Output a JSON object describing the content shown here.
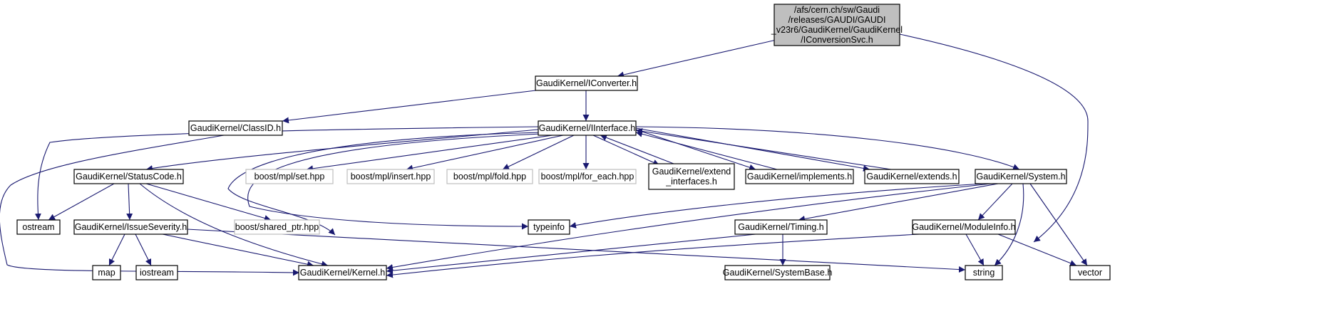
{
  "diagram": {
    "edge_color": "#191970",
    "root_fill": "#bfbfbf",
    "external_border": "#bfbfbf",
    "arrow": "filled-triangle",
    "nodes": [
      {
        "id": "root",
        "lines": [
          "/afs/cern.ch/sw/Gaudi",
          "/releases/GAUDI/GAUDI",
          "_v23r6/GaudiKernel/GaudiKernel",
          "/IConversionSvc.h"
        ],
        "style": "root"
      },
      {
        "id": "iconverter",
        "lines": [
          "GaudiKernel/IConverter.h"
        ],
        "style": "normal"
      },
      {
        "id": "classid",
        "lines": [
          "GaudiKernel/ClassID.h"
        ],
        "style": "normal"
      },
      {
        "id": "iinterface",
        "lines": [
          "GaudiKernel/IInterface.h"
        ],
        "style": "normal"
      },
      {
        "id": "statuscode",
        "lines": [
          "GaudiKernel/StatusCode.h"
        ],
        "style": "normal"
      },
      {
        "id": "mpl_set",
        "lines": [
          "boost/mpl/set.hpp"
        ],
        "style": "external"
      },
      {
        "id": "mpl_insert",
        "lines": [
          "boost/mpl/insert.hpp"
        ],
        "style": "external"
      },
      {
        "id": "mpl_fold",
        "lines": [
          "boost/mpl/fold.hpp"
        ],
        "style": "external"
      },
      {
        "id": "mpl_foreach",
        "lines": [
          "boost/mpl/for_each.hpp"
        ],
        "style": "external"
      },
      {
        "id": "extend_interfaces",
        "lines": [
          "GaudiKernel/extend",
          "_interfaces.h"
        ],
        "style": "normal"
      },
      {
        "id": "implements",
        "lines": [
          "GaudiKernel/implements.h"
        ],
        "style": "normal"
      },
      {
        "id": "extends",
        "lines": [
          "GaudiKernel/extends.h"
        ],
        "style": "normal"
      },
      {
        "id": "system",
        "lines": [
          "GaudiKernel/System.h"
        ],
        "style": "normal"
      },
      {
        "id": "ostream",
        "lines": [
          "ostream"
        ],
        "style": "normal"
      },
      {
        "id": "issueseverity",
        "lines": [
          "GaudiKernel/IssueSeverity.h"
        ],
        "style": "normal"
      },
      {
        "id": "shared_ptr",
        "lines": [
          "boost/shared_ptr.hpp"
        ],
        "style": "external"
      },
      {
        "id": "typeinfo",
        "lines": [
          "typeinfo"
        ],
        "style": "normal"
      },
      {
        "id": "timing",
        "lines": [
          "GaudiKernel/Timing.h"
        ],
        "style": "normal"
      },
      {
        "id": "moduleinfo",
        "lines": [
          "GaudiKernel/ModuleInfo.h"
        ],
        "style": "normal"
      },
      {
        "id": "map",
        "lines": [
          "map"
        ],
        "style": "normal"
      },
      {
        "id": "iostream",
        "lines": [
          "iostream"
        ],
        "style": "normal"
      },
      {
        "id": "kernel",
        "lines": [
          "GaudiKernel/Kernel.h"
        ],
        "style": "normal"
      },
      {
        "id": "systembase",
        "lines": [
          "GaudiKernel/SystemBase.h"
        ],
        "style": "normal"
      },
      {
        "id": "string",
        "lines": [
          "string"
        ],
        "style": "normal"
      },
      {
        "id": "vector",
        "lines": [
          "vector"
        ],
        "style": "normal"
      }
    ],
    "edges": [
      {
        "from": "root",
        "to": "iconverter"
      },
      {
        "from": "root",
        "to": "string"
      },
      {
        "from": "iconverter",
        "to": "classid"
      },
      {
        "from": "iconverter",
        "to": "iinterface"
      },
      {
        "from": "classid",
        "to": "kernel"
      },
      {
        "from": "iinterface",
        "to": "ostream"
      },
      {
        "from": "iinterface",
        "to": "statuscode"
      },
      {
        "from": "iinterface",
        "to": "kernel"
      },
      {
        "from": "iinterface",
        "to": "typeinfo"
      },
      {
        "from": "iinterface",
        "to": "mpl_set"
      },
      {
        "from": "iinterface",
        "to": "mpl_insert"
      },
      {
        "from": "iinterface",
        "to": "mpl_fold"
      },
      {
        "from": "iinterface",
        "to": "mpl_foreach"
      },
      {
        "from": "iinterface",
        "to": "extend_interfaces"
      },
      {
        "from": "extend_interfaces",
        "to": "iinterface"
      },
      {
        "from": "iinterface",
        "to": "implements"
      },
      {
        "from": "implements",
        "to": "iinterface"
      },
      {
        "from": "iinterface",
        "to": "extends"
      },
      {
        "from": "extends",
        "to": "iinterface"
      },
      {
        "from": "iinterface",
        "to": "system"
      },
      {
        "from": "statuscode",
        "to": "ostream"
      },
      {
        "from": "statuscode",
        "to": "issueseverity"
      },
      {
        "from": "statuscode",
        "to": "kernel"
      },
      {
        "from": "statuscode",
        "to": "shared_ptr"
      },
      {
        "from": "issueseverity",
        "to": "map"
      },
      {
        "from": "issueseverity",
        "to": "iostream"
      },
      {
        "from": "issueseverity",
        "to": "kernel"
      },
      {
        "from": "issueseverity",
        "to": "string"
      },
      {
        "from": "system",
        "to": "typeinfo"
      },
      {
        "from": "system",
        "to": "kernel"
      },
      {
        "from": "system",
        "to": "timing"
      },
      {
        "from": "system",
        "to": "moduleinfo"
      },
      {
        "from": "system",
        "to": "string"
      },
      {
        "from": "system",
        "to": "vector"
      },
      {
        "from": "timing",
        "to": "kernel"
      },
      {
        "from": "timing",
        "to": "systembase"
      },
      {
        "from": "moduleinfo",
        "to": "kernel"
      },
      {
        "from": "moduleinfo",
        "to": "string"
      },
      {
        "from": "moduleinfo",
        "to": "vector"
      }
    ]
  }
}
